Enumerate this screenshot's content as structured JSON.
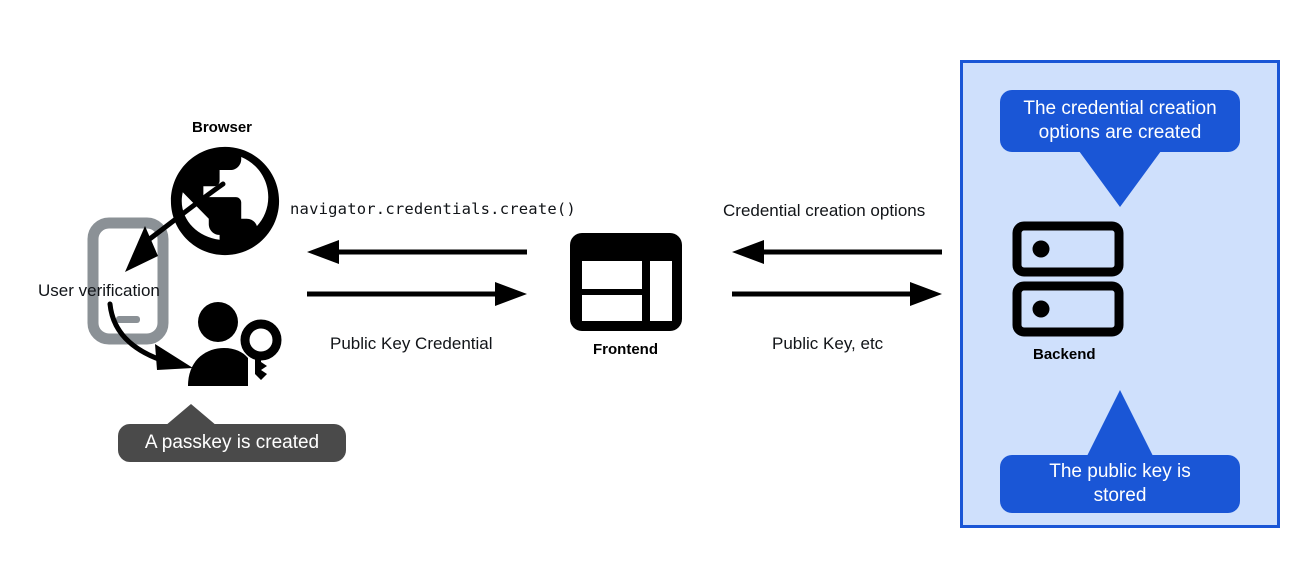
{
  "diagram": {
    "title": "WebAuthn passkey registration flow",
    "colors": {
      "accent_blue": "#1a56d6",
      "region_fill": "#cfe0fc",
      "callout_dark": "#4a4a4a",
      "icon_black": "#000000",
      "phone_gray": "#8b9196",
      "text": "#111418"
    }
  },
  "nodes": {
    "browser": {
      "label": "Browser",
      "icon": "globe-icon"
    },
    "frontend": {
      "label": "Frontend",
      "icon": "window-layout-icon"
    },
    "backend": {
      "label": "Backend",
      "icon": "server-stack-icon"
    },
    "phone": {
      "icon": "mobile-phone-icon"
    },
    "user_key": {
      "icon": "person-with-key-icon"
    }
  },
  "annotations": {
    "user_verification": "User verification",
    "passkey_created": "A passkey is created",
    "credential_options_created": "The credential creation\noptions are created",
    "credential_options_created_lines": [
      "The credential creation",
      "options are created"
    ],
    "public_key_stored": "The public key is\nstored",
    "public_key_stored_lines": [
      "The public key is",
      "stored"
    ]
  },
  "arrows": {
    "browser_to_frontend_top": {
      "label": "navigator.credentials.create()",
      "direction": "left",
      "style": "monospace"
    },
    "browser_to_frontend_bottom": {
      "label": "Public Key Credential",
      "direction": "right"
    },
    "frontend_to_backend_top": {
      "label": "Credential creation options",
      "direction": "left"
    },
    "frontend_to_backend_bottom": {
      "label": "Public Key, etc",
      "direction": "right"
    },
    "globe_to_phone": {
      "label": "",
      "direction": "curved-down-left"
    },
    "phone_to_user": {
      "label": "",
      "direction": "curved-down-right"
    }
  }
}
